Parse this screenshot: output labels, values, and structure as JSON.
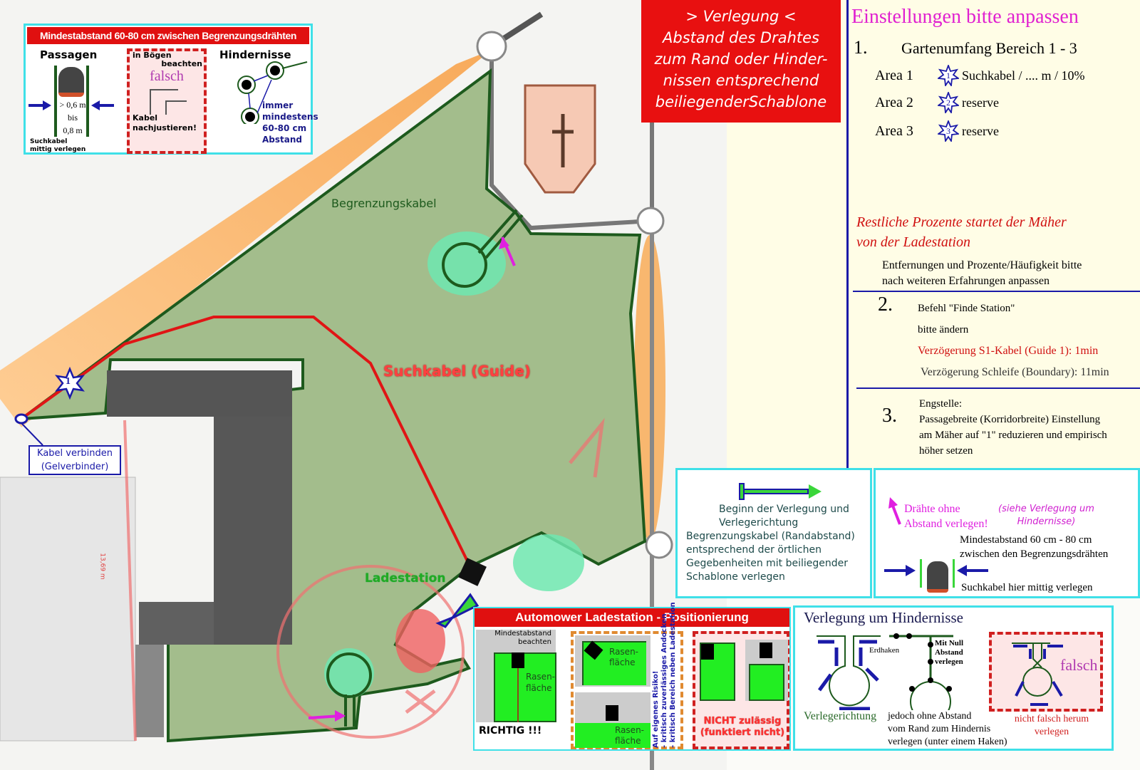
{
  "map": {
    "label_boundary": "Begrenzungskabel",
    "label_guide": "Suchkabel (Guide)",
    "label_station": "Ladestation",
    "area_marker": "1",
    "connector_label": [
      "Kabel verbinden",
      "(Gelverbinder)"
    ],
    "building_measure": "13,69 m",
    "colors": {
      "lawn": "#a3bd8c",
      "boundary": "#1d5a1d",
      "guide": "#e01515",
      "accent": "#e01010"
    }
  },
  "laying_box": {
    "lines": [
      "> Verlegung <",
      "Abstand des Drahtes",
      "zum Rand oder Hinder-",
      "nissen entsprechend",
      "beiliegenderSchablone"
    ]
  },
  "distance_box": {
    "title": "Mindestabstand 60-80 cm zwischen Begrenzungsdrähten",
    "passagen": {
      "title": "Passagen",
      "m1": "> 0,6 m",
      "m2": "bis",
      "m3": "0,8 m",
      "note": [
        "Suchkabel",
        "mittig verlegen"
      ]
    },
    "curves": {
      "title": [
        "in Bögen",
        "beachten"
      ],
      "wrong": "falsch",
      "note": [
        "Kabel",
        "nachjustieren!"
      ]
    },
    "obstacles": {
      "title": "Hindernisse",
      "note": [
        "immer",
        "mindestens",
        "60-80 cm",
        "Abstand"
      ]
    }
  },
  "settings": {
    "title": "Einstellungen bitte anpassen",
    "s1": {
      "num": "1.",
      "title": "Gartenumfang Bereich 1 - 3",
      "areas": [
        {
          "label": "Area 1",
          "badge": "1",
          "text": "Suchkabel / .... m / 10%"
        },
        {
          "label": "Area 2",
          "badge": "2",
          "text": "reserve"
        },
        {
          "label": "Area 3",
          "badge": "3",
          "text": "reserve"
        }
      ]
    },
    "rest": [
      "Restliche Prozente  startet der Mäher",
      "von der Ladestation"
    ],
    "adjust": [
      "Entfernungen und Prozente/Häufigkeit bitte",
      "nach weiteren Erfahrungen anpassen"
    ],
    "s2": {
      "num": "2.",
      "lines": [
        "Befehl \"Finde Station\"",
        "bitte ändern"
      ],
      "guide": "Verzögerung S1-Kabel (Guide 1): 1min",
      "boundary": "Verzögerung Schleife (Boundary): 11min"
    },
    "s3": {
      "num": "3.",
      "lines": [
        "Engstelle:",
        "Passagebreite (Korridorbreite) Einstellung",
        "am Mäher auf \"1\" reduzieren und empirisch",
        "höher setzen"
      ]
    }
  },
  "begin_box": {
    "lines": [
      "Beginn der Verlegung und",
      "Verlegerichtung",
      "Begrenzungskabel (Randabstand)",
      "entsprechend der örtlichen",
      "Gegebenheiten mit beiliegender",
      "Schablone verlegen"
    ]
  },
  "wires_box": {
    "no_gap": [
      "Drähte ohne",
      "Abstand verlegen!"
    ],
    "see": [
      "(siehe Verlegung um",
      "Hindernisse)"
    ],
    "min": [
      "Mindestabstand 60 cm - 80 cm",
      "zwischen den Begrenzungsdrähten"
    ],
    "guide": "Suchkabel hier mittig verlegen"
  },
  "station_box": {
    "title": "Automower Ladestation - Positionierung",
    "min": [
      "Mindestabstand",
      "beachten"
    ],
    "lawn": [
      "Rasen-",
      "fläche"
    ],
    "ok": "RICHTIG !!!",
    "risk": [
      "Auf eigenes Risiko!",
      "- kritisch zuverlässiges Andocken",
      "- kritisch Bereich neben Ladestation"
    ],
    "not_allowed": [
      "NICHT zulässig",
      "(funktiert nicht)"
    ]
  },
  "obstacle_box": {
    "title": "Verlegung um Hindernisse",
    "direction": "Verlegerichtung",
    "hooks": "Erdhaken",
    "zero": [
      "Mit Null",
      "Abstand",
      "verlegen"
    ],
    "however": [
      "jedoch ohne Abstand",
      "vom Rand zum Hindernis",
      "verlegen (unter einem Haken)"
    ],
    "wrong": "falsch",
    "wrong_note": [
      "nicht falsch herum",
      "verlegen"
    ]
  }
}
